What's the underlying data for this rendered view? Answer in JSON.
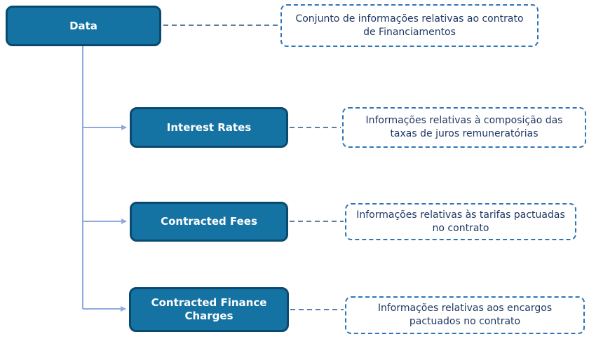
{
  "diagram": {
    "root": {
      "label": "Data",
      "note": "Conjunto de informações relativas ao contrato de Financiamentos"
    },
    "children": [
      {
        "label": "Interest Rates",
        "note": "Informações relativas à composição das taxas de juros remuneratórias"
      },
      {
        "label": "Contracted Fees",
        "note": "Informações relativas às tarifas pactuadas no contrato"
      },
      {
        "label": "Contracted Finance Charges",
        "note": "Informações relativas aos encargos pactuados no contrato"
      }
    ],
    "colors": {
      "node_fill": "#1573A3",
      "node_border": "#0B4A70",
      "note_border": "#2E75B6",
      "note_text": "#1F3864",
      "tree_connector": "#8FAADC",
      "note_connector": "#5B7CA3"
    }
  }
}
